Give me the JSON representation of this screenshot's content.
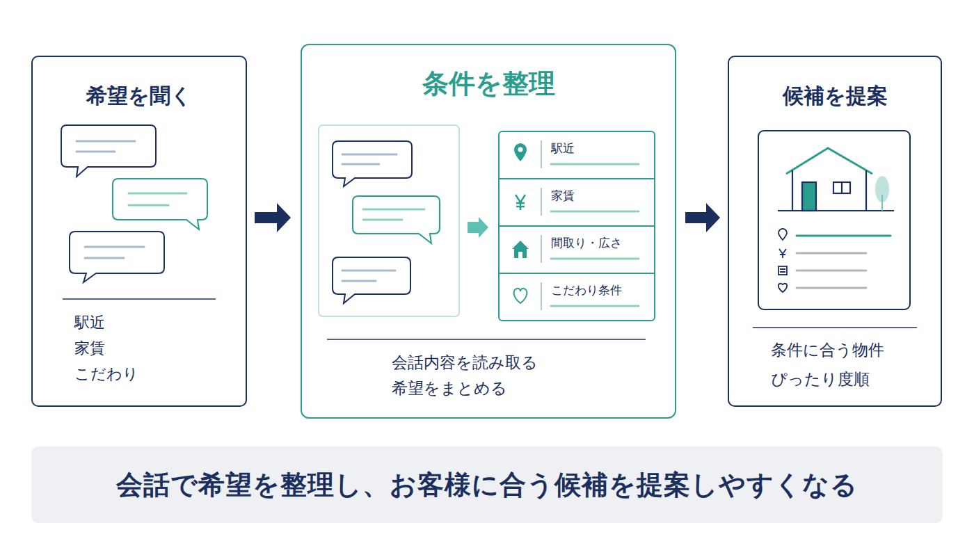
{
  "diagram": {
    "nodes": [
      {
        "text": [
          "希望を聞く",
          "駅近",
          "家賃",
          "こだわり"
        ]
      },
      {
        "text": [
          "条件を整理",
          "会話内容を読み取る",
          "希望をまとめる"
        ]
      },
      {
        "text": [
          "駅近"
        ],
        "in": 1
      },
      {
        "text": [
          "家賃"
        ],
        "in": 1
      },
      {
        "text": [
          "間取り・広さ"
        ],
        "in": 1
      },
      {
        "text": [
          "こだわり条件"
        ],
        "in": 1
      },
      {
        "text": [
          "候補を提案",
          "条件に合う物件",
          "ぴったり度順"
        ]
      },
      {
        "text": [
          "会話で希望を整理し、お客様に合う候補を提案しやすくなる"
        ]
      }
    ],
    "edges": [
      {
        "from": 0,
        "to": 1,
        "arrow": "to"
      },
      {
        "from": 1,
        "to": 6,
        "arrow": "to"
      }
    ]
  }
}
